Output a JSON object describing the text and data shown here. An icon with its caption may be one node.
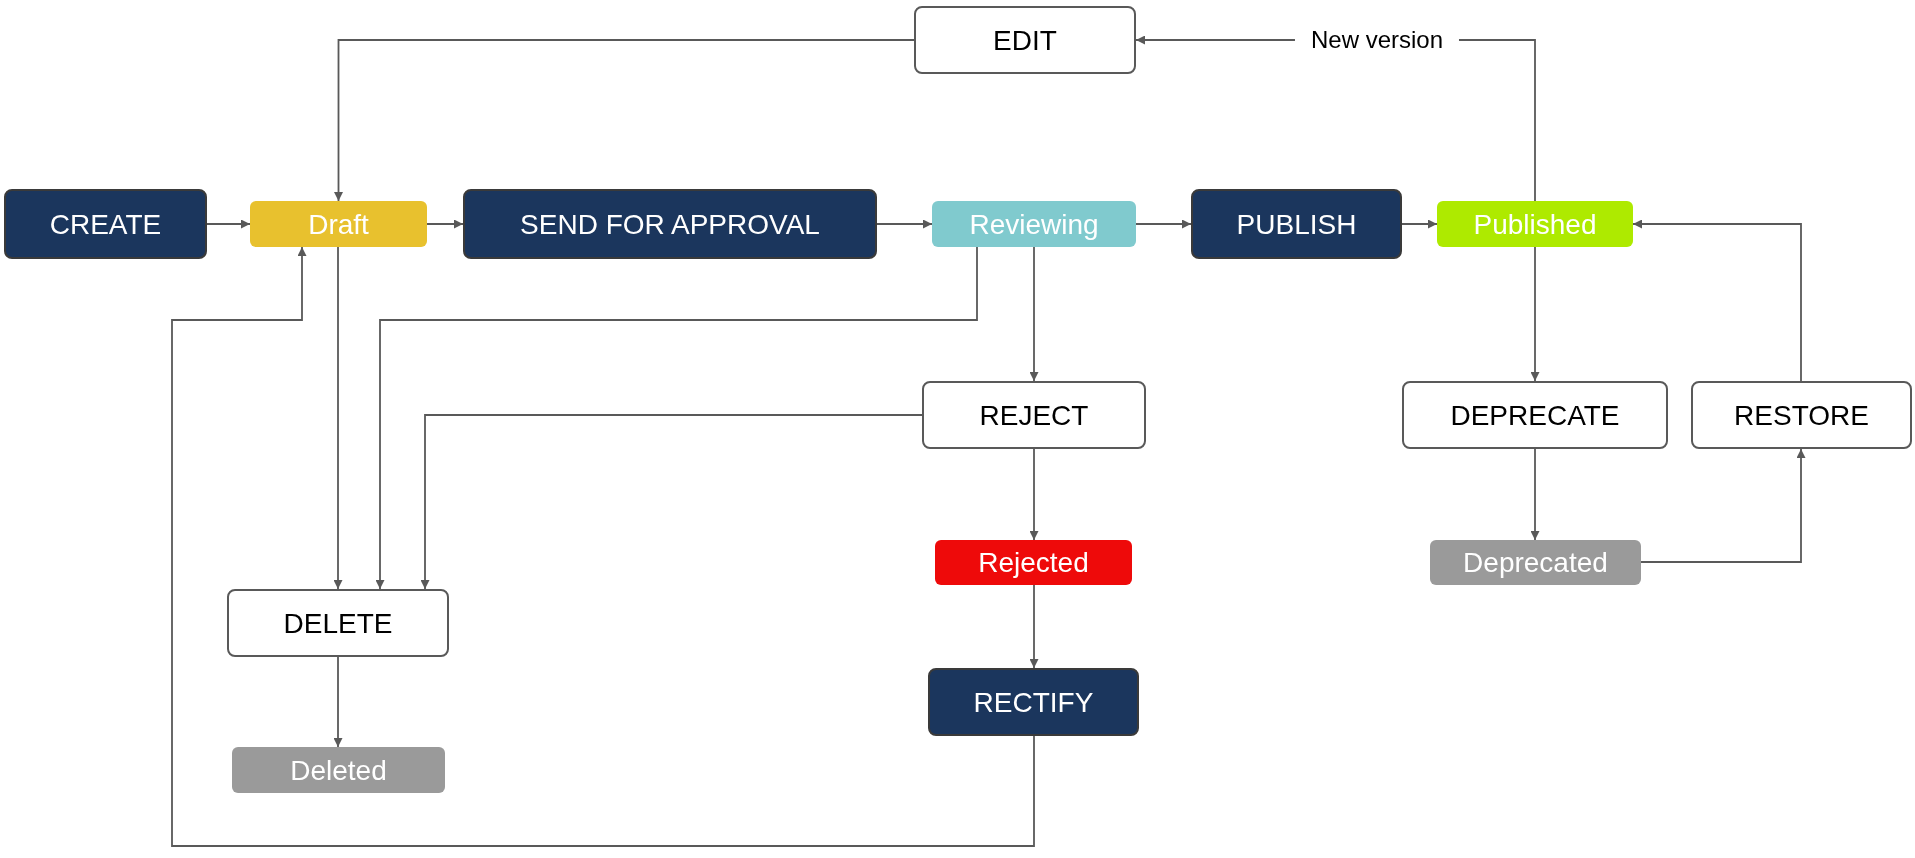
{
  "diagram": {
    "nodes": [
      {
        "text": [
          "EDIT"
        ]
      },
      {
        "text": [
          "CREATE"
        ]
      },
      {
        "text": [
          "Draft"
        ]
      },
      {
        "text": [
          "SEND FOR APPROVAL"
        ]
      },
      {
        "text": [
          "Reviewing"
        ]
      },
      {
        "text": [
          "PUBLISH"
        ]
      },
      {
        "text": [
          "Published"
        ]
      },
      {
        "text": [
          "REJECT"
        ]
      },
      {
        "text": [
          "DEPRECATE"
        ]
      },
      {
        "text": [
          "RESTORE"
        ]
      },
      {
        "text": [
          "Rejected"
        ]
      },
      {
        "text": [
          "Deprecated"
        ]
      },
      {
        "text": [
          "DELETE"
        ]
      },
      {
        "text": [
          "RECTIFY"
        ]
      },
      {
        "text": [
          "Deleted"
        ]
      }
    ],
    "edges": [
      {
        "from": 0,
        "to": 2,
        "arrow": "to"
      },
      {
        "from": 1,
        "to": 2,
        "arrow": "to"
      },
      {
        "from": 2,
        "to": 3,
        "arrow": "to"
      },
      {
        "from": 3,
        "to": 4,
        "arrow": "to"
      },
      {
        "from": 4,
        "to": 5,
        "arrow": "to"
      },
      {
        "from": 5,
        "to": 6,
        "arrow": "to"
      },
      {
        "from": 6,
        "to": 0,
        "arrow": "to",
        "label": "New version"
      },
      {
        "from": 2,
        "to": 12,
        "arrow": "to"
      },
      {
        "from": 4,
        "to": 12,
        "arrow": "to"
      },
      {
        "from": 4,
        "to": 7,
        "arrow": "to"
      },
      {
        "from": 7,
        "to": 12,
        "arrow": "to"
      },
      {
        "from": 7,
        "to": 10,
        "arrow": "to"
      },
      {
        "from": 10,
        "to": 13,
        "arrow": "to"
      },
      {
        "from": 13,
        "to": 2,
        "arrow": "to"
      },
      {
        "from": 6,
        "to": 8,
        "arrow": "to"
      },
      {
        "from": 8,
        "to": 11,
        "arrow": "to"
      },
      {
        "from": 11,
        "to": 9,
        "arrow": "to"
      },
      {
        "from": 9,
        "to": 6,
        "arrow": "to"
      },
      {
        "from": 12,
        "to": 14,
        "arrow": "to"
      }
    ]
  }
}
